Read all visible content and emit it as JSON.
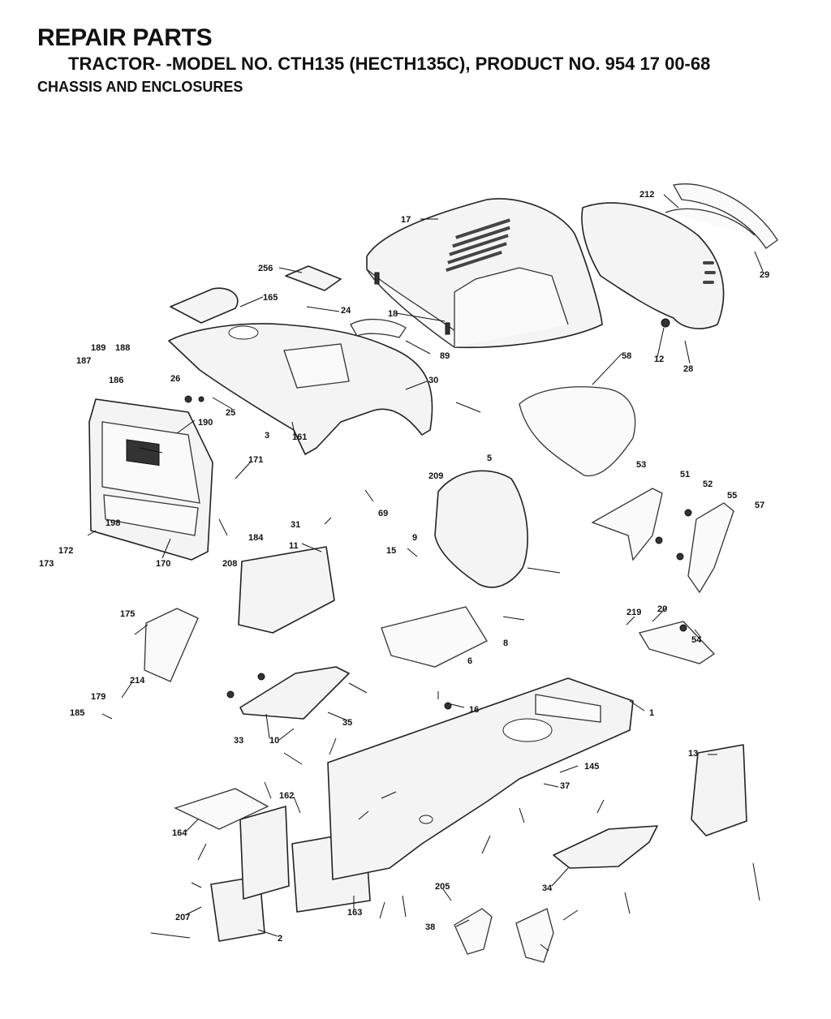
{
  "header": {
    "title": "REPAIR PARTS",
    "model_line": "TRACTOR- -MODEL NO. CTH135 (HECTH135C), PRODUCT NO. 954 17 00-68",
    "section": "CHASSIS AND ENCLOSURES"
  },
  "callouts": [
    "1",
    "2",
    "3",
    "5",
    "6",
    "8",
    "9",
    "10",
    "11",
    "12",
    "13",
    "15",
    "16",
    "17",
    "18",
    "20",
    "24",
    "25",
    "26",
    "28",
    "29",
    "30",
    "31",
    "33",
    "34",
    "35",
    "37",
    "38",
    "51",
    "52",
    "53",
    "54",
    "55",
    "57",
    "58",
    "69",
    "89",
    "145",
    "161",
    "162",
    "163",
    "164",
    "165",
    "170",
    "171",
    "172",
    "173",
    "175",
    "179",
    "184",
    "185",
    "186",
    "187",
    "188",
    "189",
    "190",
    "198",
    "205",
    "207",
    "208",
    "209",
    "212",
    "214",
    "219",
    "256"
  ]
}
